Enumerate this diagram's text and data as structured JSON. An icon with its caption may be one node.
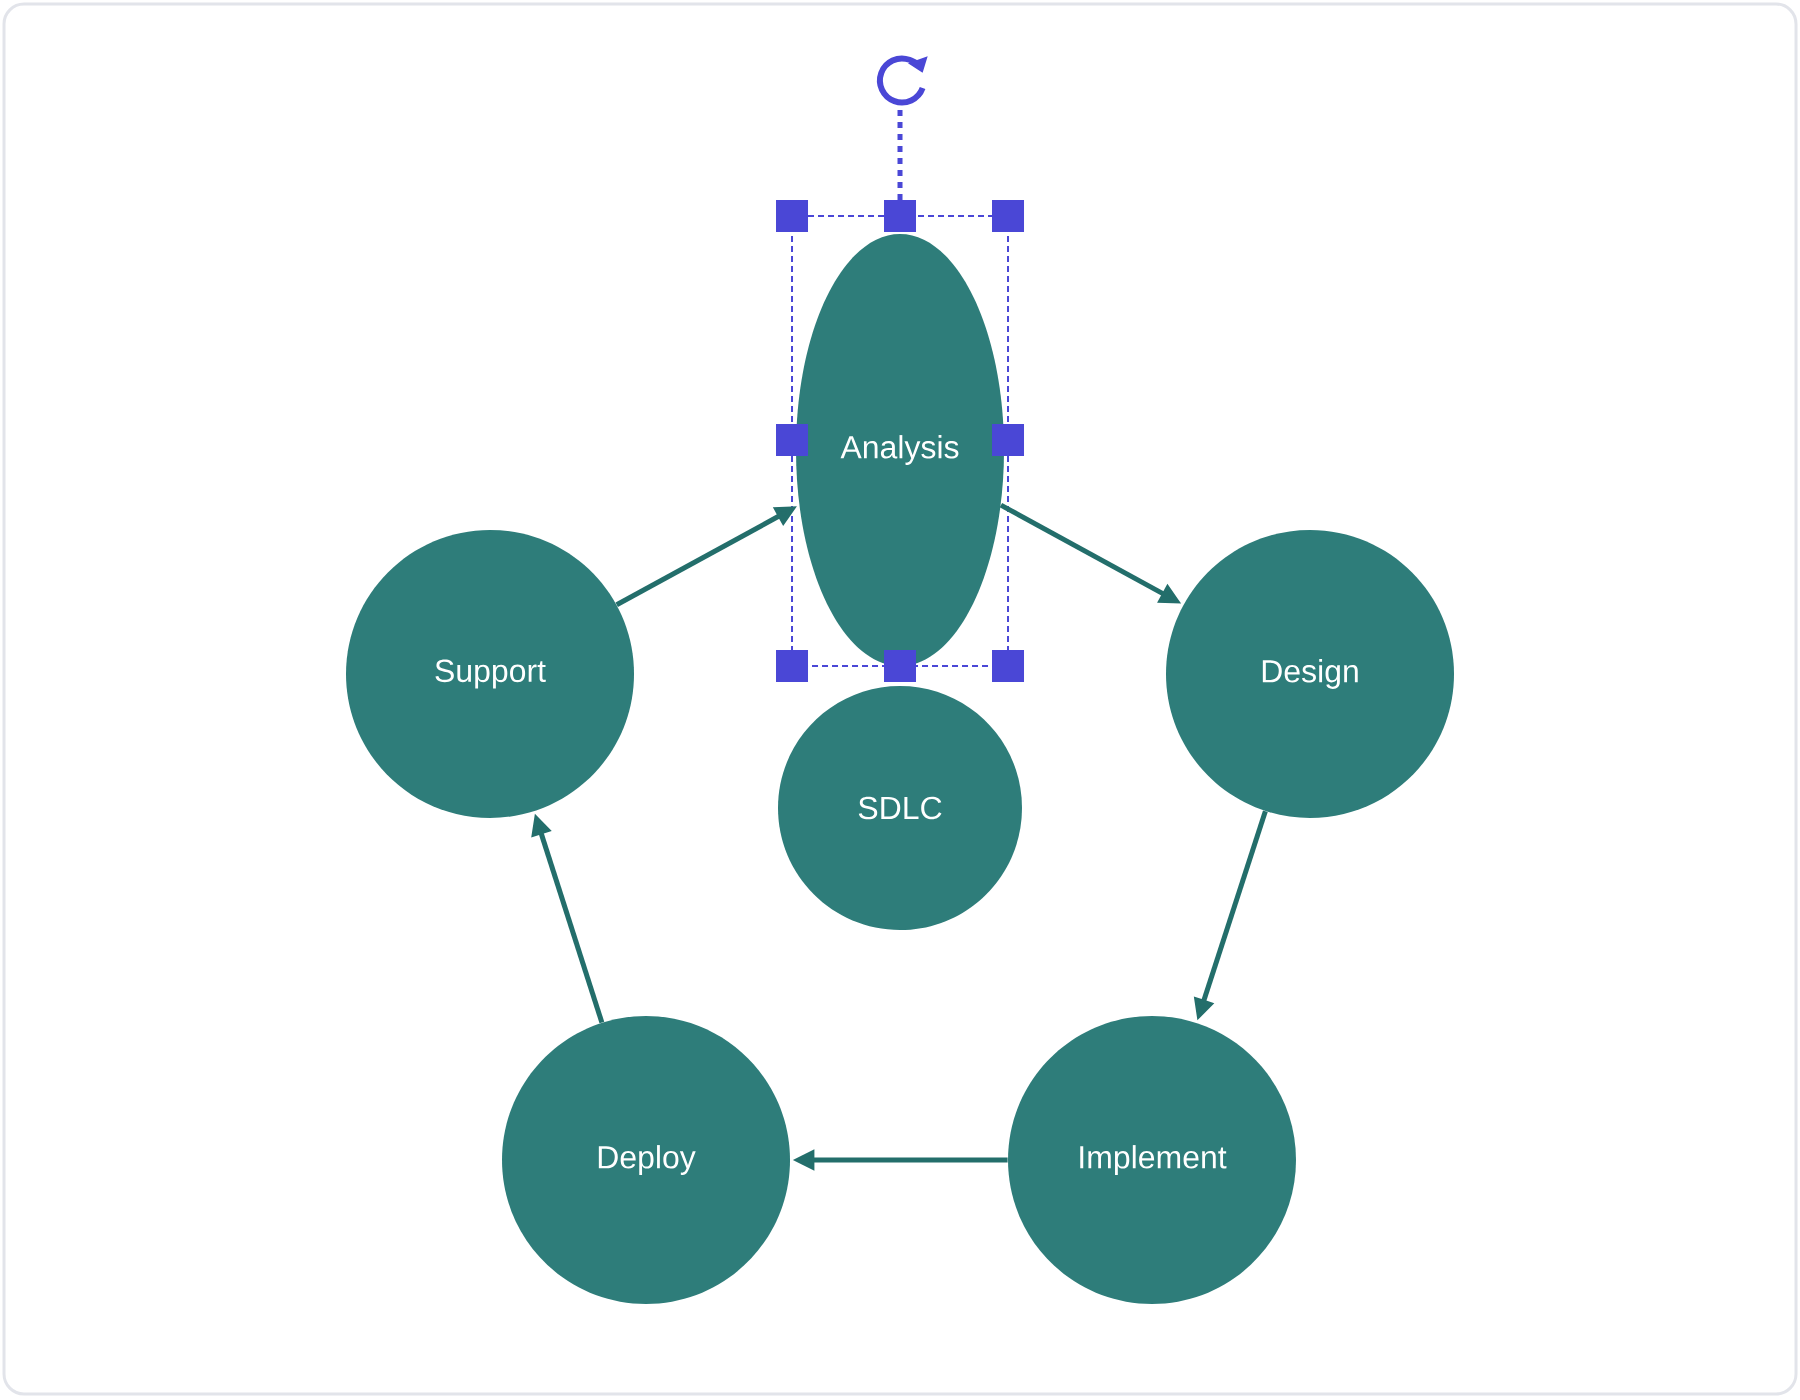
{
  "diagram": {
    "nodes": [
      {
        "text": [
          "Analysis"
        ]
      },
      {
        "text": [
          "Design"
        ]
      },
      {
        "text": [
          "Implement"
        ]
      },
      {
        "text": [
          "Deploy"
        ]
      },
      {
        "text": [
          "Support"
        ]
      },
      {
        "text": [
          "SDLC"
        ]
      }
    ],
    "edges": [
      {
        "from": 0,
        "to": 1,
        "arrow": "to"
      },
      {
        "from": 1,
        "to": 2,
        "arrow": "to"
      },
      {
        "from": 2,
        "to": 3,
        "arrow": "to"
      },
      {
        "from": 3,
        "to": 4,
        "arrow": "to"
      },
      {
        "from": 4,
        "to": 0,
        "arrow": "to"
      }
    ]
  }
}
